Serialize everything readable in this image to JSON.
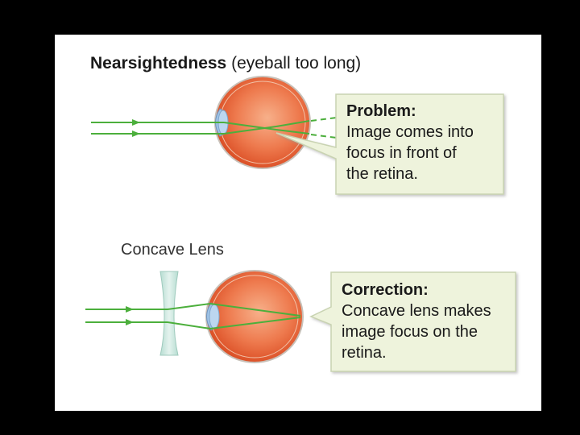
{
  "title": {
    "main": "Nearsightedness",
    "sub": "(eyeball too long)"
  },
  "lens_label": "Concave Lens",
  "problem": {
    "heading": "Problem:",
    "lines": [
      "Image comes into",
      "focus in front of",
      "the retina."
    ]
  },
  "correction": {
    "heading": "Correction:",
    "lines": [
      "Concave lens makes",
      "image focus on the",
      "retina."
    ]
  },
  "colors": {
    "background": "#000000",
    "panel": "#ffffff",
    "light_ray": "#4caf3c",
    "callout_fill": "#eef3dc",
    "callout_border": "#c9d3b2",
    "eye_outer": "#f08a5b",
    "eye_inner": "#e8532c",
    "cornea": "#bcd6f0",
    "lens": "#cfe6df"
  },
  "icons": [
    "eyeball-icon",
    "concave-lens-icon",
    "light-ray-arrow-icon"
  ]
}
